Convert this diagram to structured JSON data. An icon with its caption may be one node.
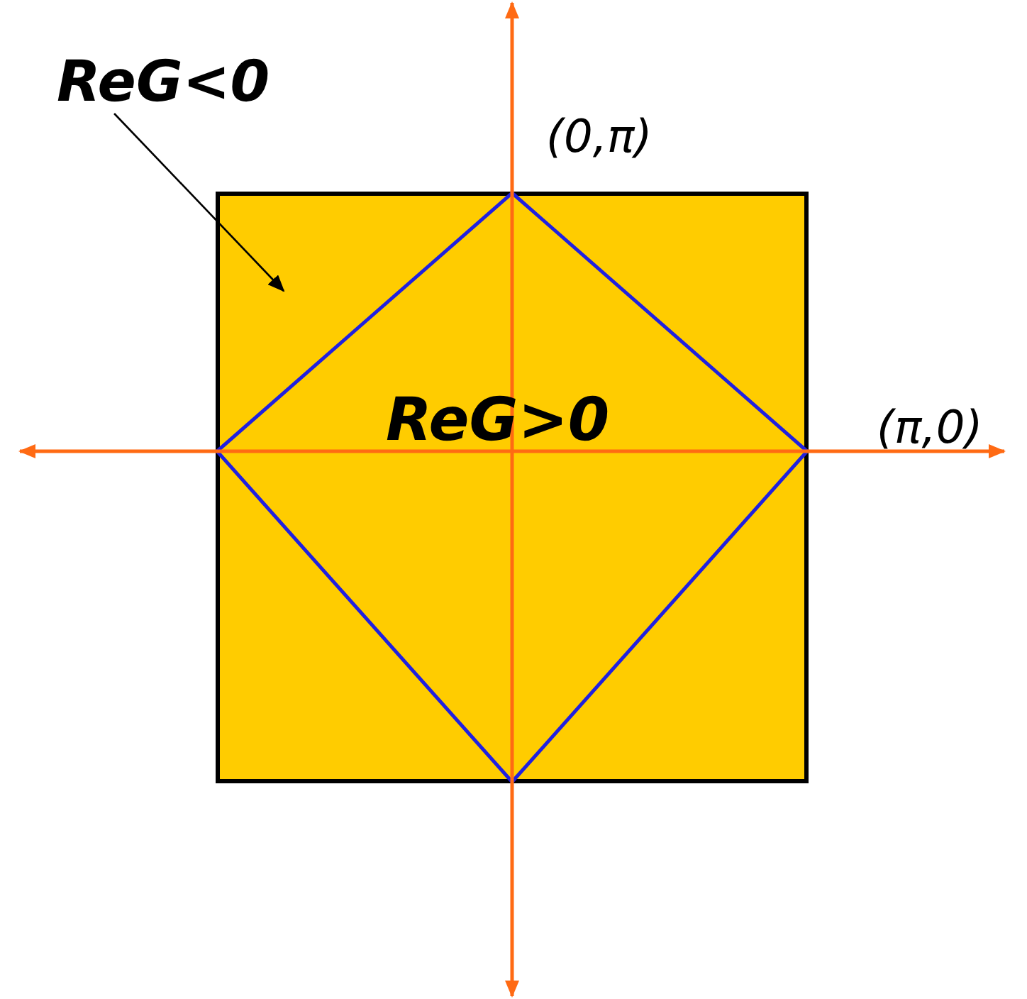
{
  "diagram": {
    "nodes": [
      {
        "text": [
          "ReG<0"
        ]
      },
      {
        "text": [],
        "shape": "box"
      },
      {
        "text": [
          "ReG>0"
        ],
        "in": 1
      }
    ],
    "edges": [
      {
        "from": 0,
        "to": 1,
        "arrow": "to"
      }
    ],
    "labels": [
      "(0,π)",
      "(π,0)"
    ]
  }
}
